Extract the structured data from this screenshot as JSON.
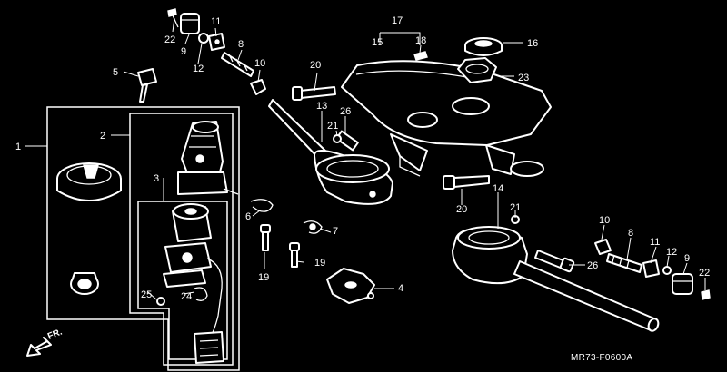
{
  "diagram": {
    "drawing_code": "MR73-F0600A",
    "direction_label": "FR.",
    "callouts": {
      "c1": "1",
      "c2": "2",
      "c3": "3",
      "c4": "4",
      "c5": "5",
      "c6": "6",
      "c7": "7",
      "c8a": "8",
      "c8b": "8",
      "c9a": "9",
      "c9b": "9",
      "c10a": "10",
      "c10b": "10",
      "c11a": "11",
      "c11b": "11",
      "c12a": "12",
      "c12b": "12",
      "c13": "13",
      "c14": "14",
      "c15": "15",
      "c16": "16",
      "c17": "17",
      "c18": "18",
      "c19a": "19",
      "c19b": "19",
      "c20a": "20",
      "c20b": "20",
      "c21a": "21",
      "c21b": "21",
      "c22a": "22",
      "c22b": "22",
      "c23": "23",
      "c24": "24",
      "c25": "25",
      "c26a": "26",
      "c26b": "26"
    }
  }
}
